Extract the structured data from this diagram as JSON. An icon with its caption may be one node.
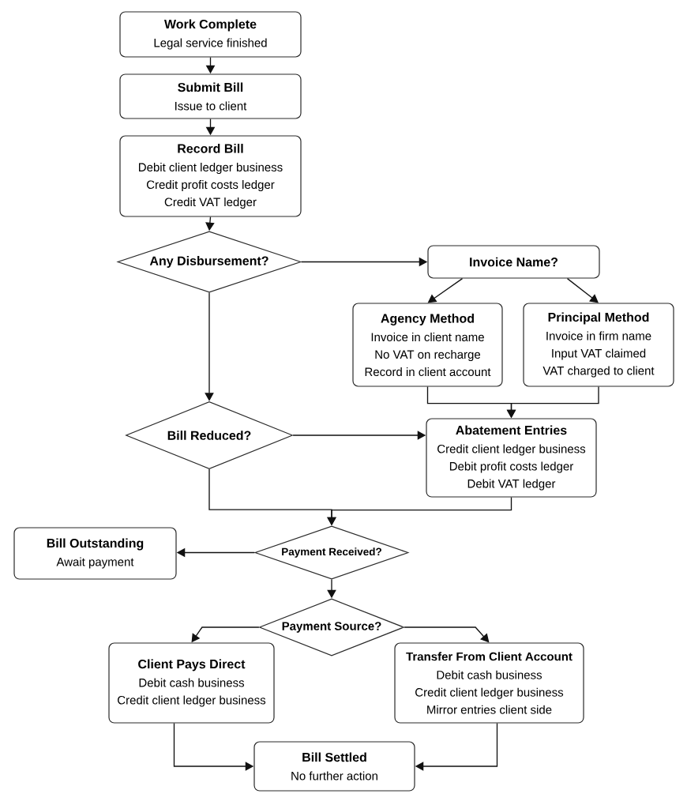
{
  "diagram": {
    "nodes": [
      {
        "text": [
          "Work Complete",
          "Legal service finished"
        ]
      },
      {
        "text": [
          "Submit Bill",
          "Issue to client"
        ]
      },
      {
        "text": [
          "Record Bill",
          "Debit client ledger business",
          "Credit profit costs ledger",
          "Credit VAT ledger"
        ]
      },
      {
        "text": [
          "Any Disbursement?"
        ]
      },
      {
        "text": [
          "Invoice Name?"
        ]
      },
      {
        "text": [
          "Agency Method",
          "Invoice in client name",
          "No VAT on recharge",
          "Record in client account"
        ]
      },
      {
        "text": [
          "Principal Method",
          "Invoice in firm name",
          "Input VAT claimed",
          "VAT charged to client"
        ]
      },
      {
        "text": [
          "Bill Reduced?"
        ]
      },
      {
        "text": [
          "Abatement Entries",
          "Credit client ledger business",
          "Debit profit costs ledger",
          "Debit VAT ledger"
        ]
      },
      {
        "text": [
          "Payment Received?"
        ]
      },
      {
        "text": [
          "Bill Outstanding",
          "Await payment"
        ]
      },
      {
        "text": [
          "Payment Source?"
        ]
      },
      {
        "text": [
          "Client Pays Direct",
          "Debit cash business",
          "Credit client ledger business"
        ]
      },
      {
        "text": [
          "Transfer From Client Account",
          "Debit cash business",
          "Credit client ledger business",
          "Mirror entries client side"
        ]
      },
      {
        "text": [
          "Bill Settled",
          "No further action"
        ]
      }
    ],
    "edges": [
      {
        "from": 0,
        "to": 1,
        "arrow": "to"
      },
      {
        "from": 1,
        "to": 2,
        "arrow": "to"
      },
      {
        "from": 2,
        "to": 3,
        "arrow": "to"
      },
      {
        "from": 3,
        "to": 4,
        "arrow": "to"
      },
      {
        "from": 4,
        "to": 5,
        "arrow": "to"
      },
      {
        "from": 4,
        "to": 6,
        "arrow": "to"
      },
      {
        "from": 3,
        "to": 7,
        "arrow": "to"
      },
      {
        "from": 5,
        "to": 8,
        "arrow": "to"
      },
      {
        "from": 6,
        "to": 8,
        "arrow": "to"
      },
      {
        "from": 7,
        "to": 8,
        "arrow": "to"
      },
      {
        "from": 7,
        "to": 9,
        "arrow": "to"
      },
      {
        "from": 8,
        "to": 9,
        "arrow": "to"
      },
      {
        "from": 9,
        "to": 10,
        "arrow": "to"
      },
      {
        "from": 9,
        "to": 11,
        "arrow": "to"
      },
      {
        "from": 11,
        "to": 12,
        "arrow": "to"
      },
      {
        "from": 11,
        "to": 13,
        "arrow": "to"
      },
      {
        "from": 12,
        "to": 14,
        "arrow": "to"
      },
      {
        "from": 13,
        "to": 14,
        "arrow": "to"
      }
    ]
  }
}
